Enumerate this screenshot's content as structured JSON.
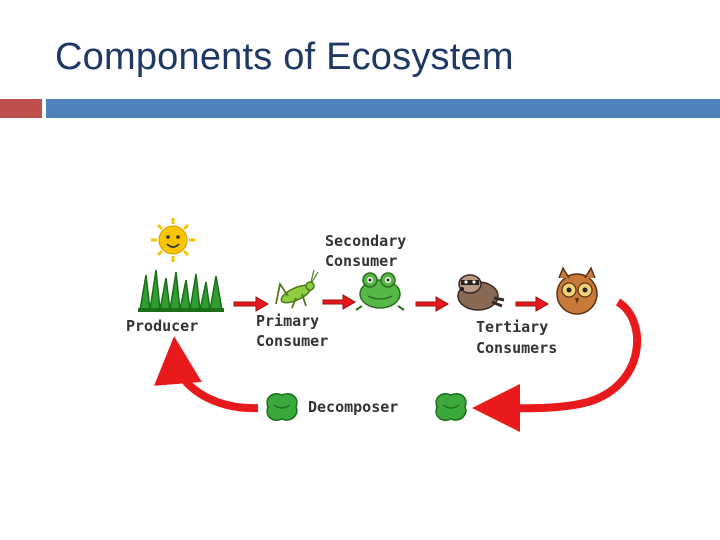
{
  "slide": {
    "title": "Components of Ecosystem"
  },
  "diagram": {
    "labels": {
      "producer": "Producer",
      "primary_line1": "Primary",
      "primary_line2": "Consumer",
      "secondary_line1": "Secondary",
      "secondary_line2": "Consumer",
      "tertiary_line1": "Tertiary",
      "tertiary_line2": "Consumers",
      "decomposer": "Decomposer"
    },
    "colors": {
      "arrow": "#e8191b",
      "grass": "#2e9e2e",
      "sun": "#f7c600",
      "decomposer": "#3aa83a"
    }
  }
}
